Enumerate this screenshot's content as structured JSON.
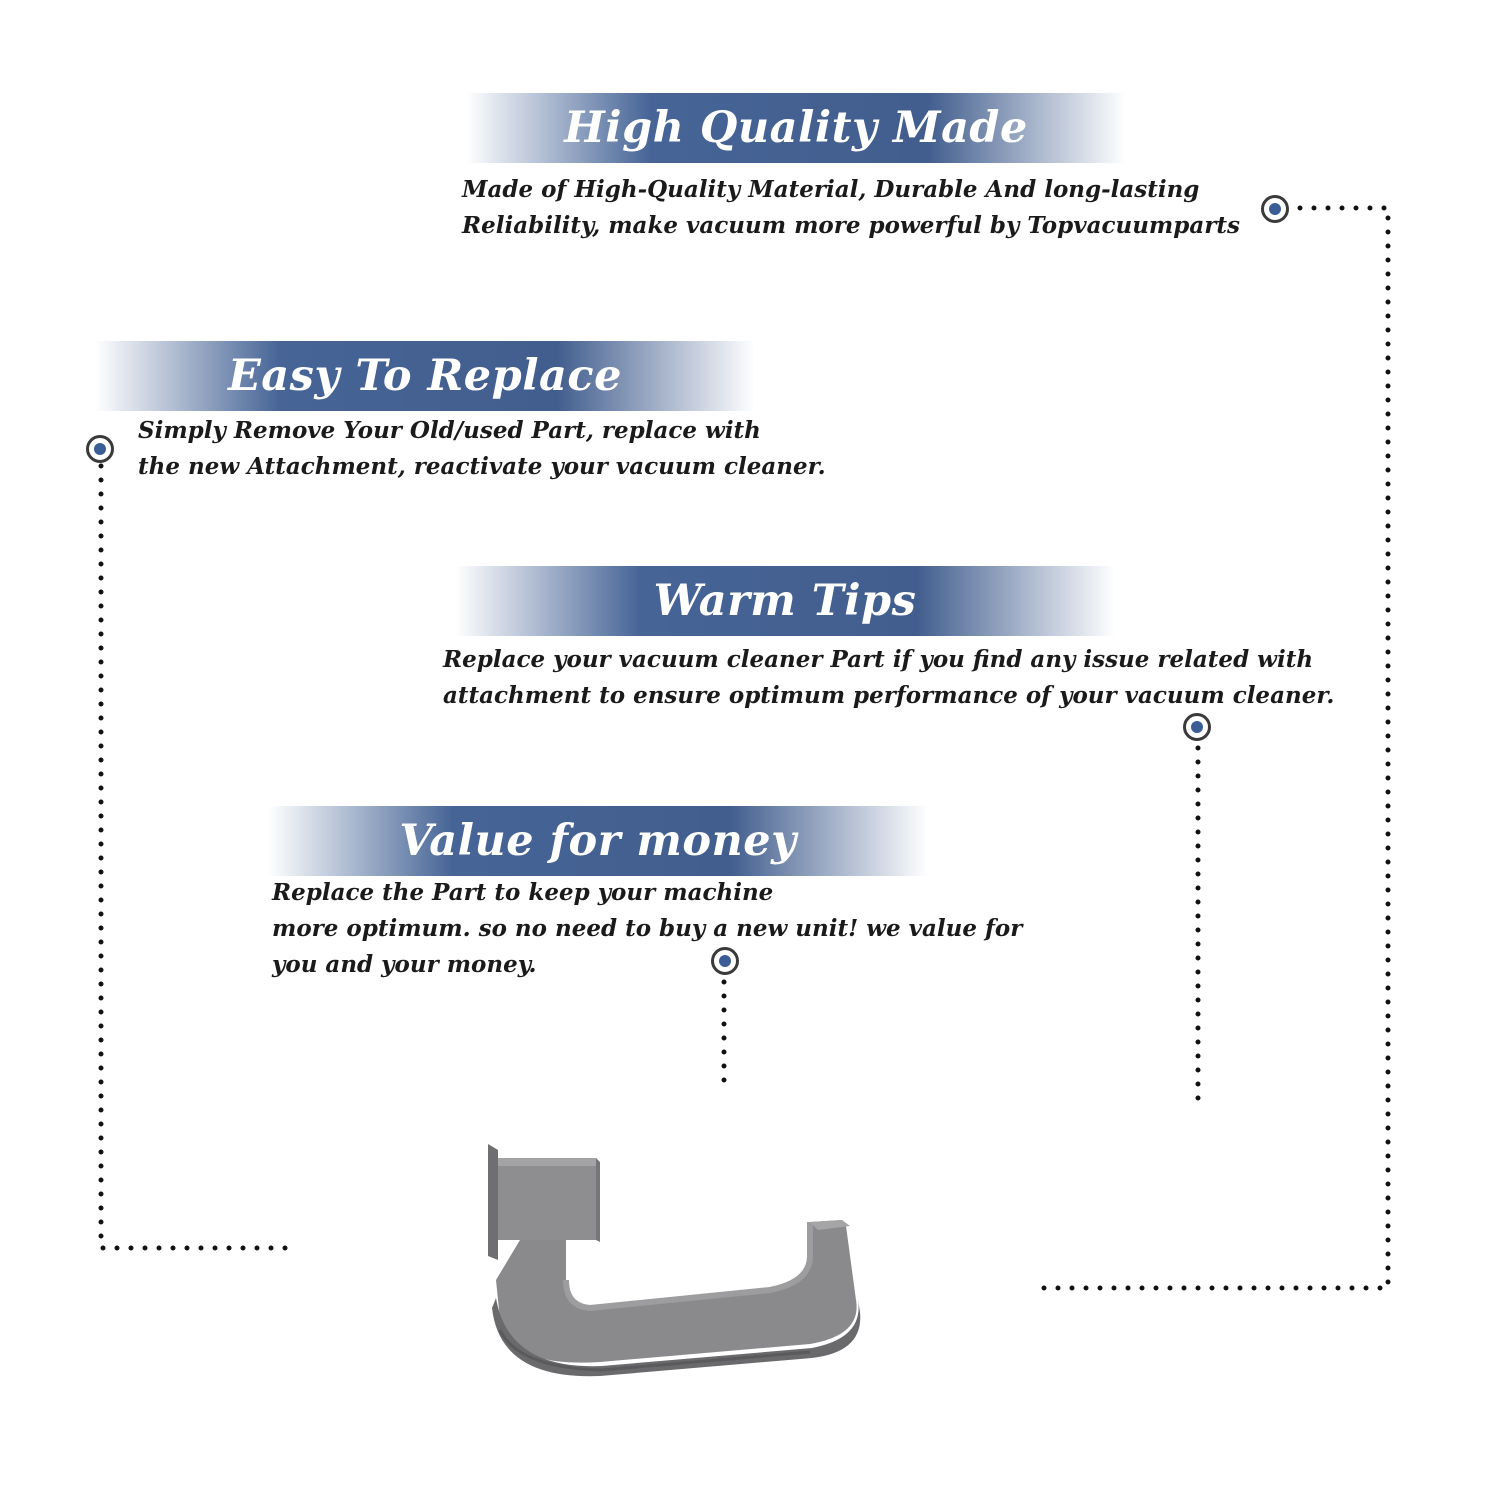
{
  "features": [
    {
      "title": "High Quality Made",
      "lines": [
        "Made of  High-Quality Material, Durable And long-lasting",
        "Reliability, make vacuum more powerful by Topvacuumparts"
      ]
    },
    {
      "title": "Easy To Replace",
      "lines": [
        "Simply Remove Your Old/used Part, replace with",
        "the new Attachment, reactivate your vacuum cleaner."
      ]
    },
    {
      "title": "Warm Tips",
      "lines": [
        "Replace your vacuum cleaner Part if you find any issue related with",
        " attachment to ensure optimum performance of your vacuum cleaner."
      ]
    },
    {
      "title": "Value for money",
      "lines": [
        "Replace the Part to keep your machine",
        "more optimum. so no need to buy a new unit! we value for",
        "you and your money."
      ]
    }
  ],
  "colors": {
    "banner": "#425e8e",
    "dot": "#3b5d96",
    "text": "#1a1a1a",
    "product": "#8a8a8c"
  }
}
